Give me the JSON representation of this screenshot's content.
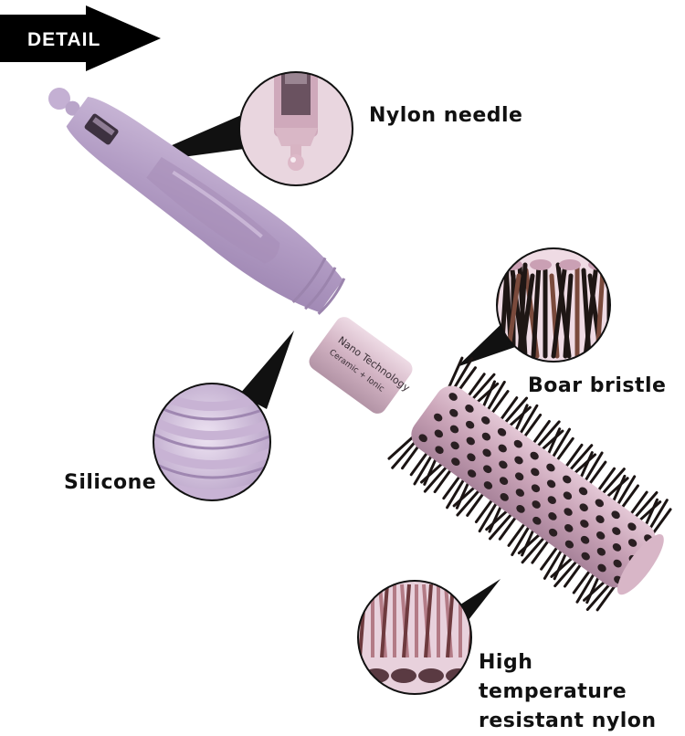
{
  "banner": {
    "label": "DETAIL",
    "color": "#000000"
  },
  "brush": {
    "brand_line1": "Nano Technology",
    "brand_line2": "Ceramic + Ionic",
    "handle_color": "#b7a2c6",
    "barrel_color": "#c9a7bb",
    "bristle_color": "#1b1413"
  },
  "callouts": {
    "nylon_needle": "Nylon needle",
    "boar_bristle": "Boar bristle",
    "silicone": "Silicone",
    "high_temp_line1": "High temperature",
    "high_temp_line2": "resistant nylon"
  }
}
